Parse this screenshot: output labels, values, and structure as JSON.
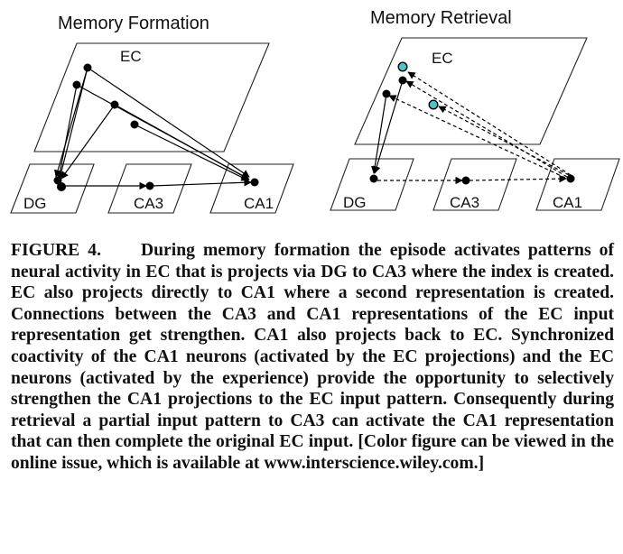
{
  "panels": {
    "formation": {
      "title": "Memory Formation",
      "ec_label": "EC",
      "dg_label": "DG",
      "ca3_label": "CA3",
      "ca1_label": "CA1"
    },
    "retrieval": {
      "title": "Memory Retrieval",
      "ec_label": "EC",
      "dg_label": "DG",
      "ca3_label": "CA3",
      "ca1_label": "CA1"
    }
  },
  "colors": {
    "neuron": "#000000",
    "retrieved_neuron": "#4fc3c9"
  },
  "caption": {
    "label": "FIGURE 4.",
    "text": "During memory formation the episode activates patterns of neural activity in EC that is projects via DG to CA3 where the index is created. EC also projects directly to CA1 where a second representation is created. Connections between the CA3 and CA1 representations of the EC input representation get strengthen. CA1 also projects back to EC. Synchronized coactivity of the CA1 neurons (activated by the EC projections) and the EC neurons (activated by the experience) provide the opportunity to selectively strengthen the CA1 projections to the EC input pattern. Consequently during retrieval a partial input pattern to CA3 can activate the CA1 representation that can then complete the original EC input. [Color figure can be viewed in the online issue, which is available at www.interscience.wiley.com.]"
  }
}
